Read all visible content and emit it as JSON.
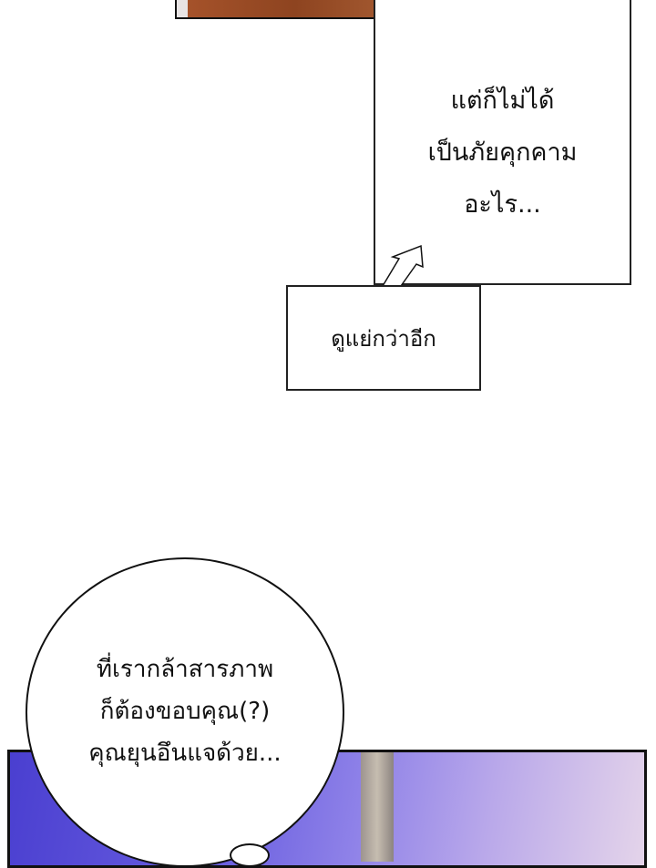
{
  "narration_box": {
    "lines": [
      "แต่ก็ไม่ได้",
      "เป็นภัยคุกคาม",
      "อะไร..."
    ]
  },
  "small_box": {
    "text": "ดูแย่กว่าอีก"
  },
  "speech_bubble": {
    "lines": [
      "ที่เรากล้าสารภาพ",
      "ก็ต้องขอบคุณ(?)",
      "คุณยุนอึนแจด้วย..."
    ]
  }
}
